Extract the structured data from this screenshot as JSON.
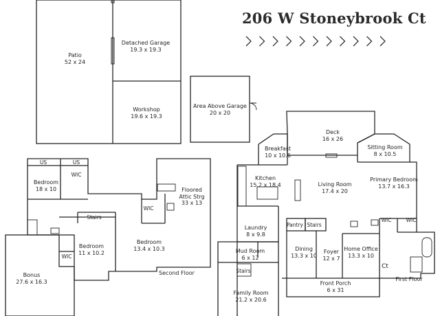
{
  "header": {
    "title": "206 W Stoneybrook Ct",
    "chevron_count": 11,
    "accent_color": "#333333"
  },
  "plan": {
    "line_color": "#222222",
    "fill_color": "#ffffff",
    "rooms": {
      "patio": {
        "name": "Patio",
        "dims": "52 x 24"
      },
      "detached_garage": {
        "name": "Detached Garage",
        "dims": "19.3 x 19.3"
      },
      "workshop": {
        "name": "Workshop",
        "dims": "19.6 x 19.3"
      },
      "area_above_garage": {
        "name": "Area Above Garage",
        "dims": "20 x 20"
      },
      "deck": {
        "name": "Deck",
        "dims": "16 x 26"
      },
      "breakfast": {
        "name": "Breakfast",
        "dims": "10 x 10.6"
      },
      "sitting_room": {
        "name": "Sitting Room",
        "dims": "8 x 10.5"
      },
      "kitchen": {
        "name": "Kitchen",
        "dims": "15.2 x 18.4"
      },
      "living_room": {
        "name": "Living Room",
        "dims": "17.4 x 20"
      },
      "primary_bedroom": {
        "name": "Primary Bedroom",
        "dims": "13.7 x 16.3"
      },
      "laundry": {
        "name": "Laundry",
        "dims": "8 x 9.8"
      },
      "mud_room": {
        "name": "Mud Room",
        "dims": "6 x 12"
      },
      "dining": {
        "name": "Dining",
        "dims": "13.3 x 10"
      },
      "foyer": {
        "name": "Foyer",
        "dims": "12 x 7"
      },
      "home_office": {
        "name": "Home Office",
        "dims": "13.3 x 10"
      },
      "front_porch": {
        "name": "Front Porch",
        "dims": "6 x 31"
      },
      "family_room": {
        "name": "Family Room",
        "dims": "21.2 x 20.6"
      },
      "bedroom_1": {
        "name": "Bedroom",
        "dims": "18 x 10"
      },
      "bedroom_2": {
        "name": "Bedroom",
        "dims": "11 x 10.2"
      },
      "bedroom_3": {
        "name": "Bedroom",
        "dims": "13.4 x 10.3"
      },
      "floored_attic": {
        "name": "Floored",
        "name2": "Attic Strg",
        "dims": "33 x 13"
      },
      "bonus": {
        "name": "Bonus",
        "dims": "27.6 x 16.3"
      }
    },
    "small_labels": {
      "us_1": "US",
      "us_2": "US",
      "wic_upper": "WIC",
      "wic_attic": "WIC",
      "wic_lower": "WIC",
      "wic_first_left": "WIC",
      "wic_first_right": "WIC",
      "stairs_second": "Stairs",
      "stairs_first": "Stairs",
      "stairs_mud": "Stairs",
      "pantry": "Pantry",
      "ct": "Ct"
    },
    "floor_labels": {
      "second": "Second Floor",
      "first": "First Floor"
    }
  }
}
